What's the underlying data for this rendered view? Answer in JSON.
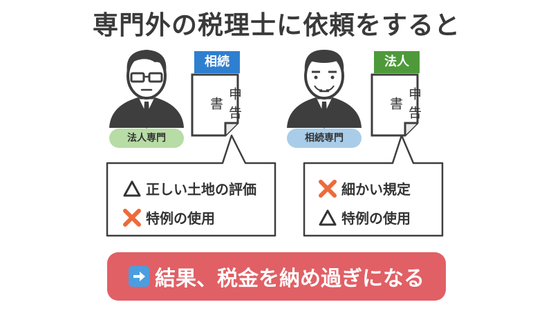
{
  "title": "専門外の税理士に依頼をすると",
  "left": {
    "person_label": "法人専門",
    "doc_tag": "相続",
    "doc_text": "申告書",
    "items": [
      {
        "mark": "triangle",
        "text": "正しい土地の評価"
      },
      {
        "mark": "cross",
        "text": "特例の使用"
      }
    ]
  },
  "right": {
    "person_label": "相続専門",
    "doc_tag": "法人",
    "doc_text": "申告書",
    "items": [
      {
        "mark": "cross",
        "text": "細かい規定"
      },
      {
        "mark": "triangle",
        "text": "特例の使用"
      }
    ]
  },
  "banner": {
    "icon": "arrow-right-icon",
    "text": "結果、税金を納め過ぎになる"
  },
  "colors": {
    "tag_left": "#2f7fd0",
    "tag_right": "#4e9a3a",
    "pill_left": "#b7dca5",
    "pill_right": "#a9cde9",
    "cross": "#ee6a3a",
    "banner": "#e06065"
  }
}
